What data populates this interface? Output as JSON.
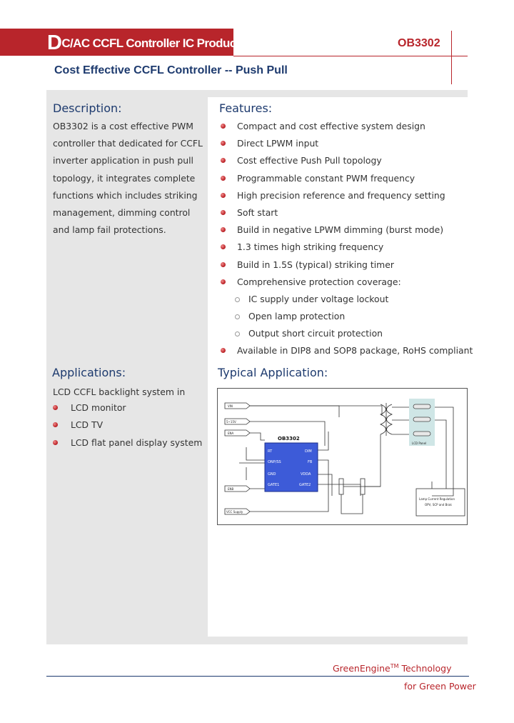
{
  "header": {
    "banner_initial": "D",
    "banner_rest": "C/AC CCFL Controller IC Product",
    "part_number": "OB3302",
    "subtitle": "Cost Effective CCFL Controller -- Push Pull"
  },
  "description": {
    "title": "Description:",
    "lines": [
      "OB3302 is a cost effective PWM",
      "controller that dedicated for CCFL",
      "inverter application in push pull",
      "topology, it integrates complete",
      "functions which includes striking",
      "management, dimming control",
      "and lamp fail protections."
    ]
  },
  "features": {
    "title": "Features:",
    "items": [
      "Compact and cost effective system design",
      "Direct LPWM input",
      "Cost effective Push Pull topology",
      "Programmable constant PWM frequency",
      "High precision reference and frequency setting",
      "Soft start",
      "Build in negative LPWM dimming (burst mode)",
      "1.3 times high striking frequency",
      "Build in 1.5S (typical) striking timer",
      "Comprehensive protection coverage:"
    ],
    "sub_items": [
      "IC supply under voltage lockout",
      "Open lamp protection",
      "Output short circuit protection"
    ],
    "last_item": "Available in DIP8 and SOP8 package, RoHS compliant"
  },
  "applications": {
    "title": "Applications:",
    "intro": "LCD CCFL backlight system in",
    "items": [
      "LCD monitor",
      "LCD TV",
      "LCD flat panel display system"
    ]
  },
  "typical_application": {
    "title": "Typical Application:",
    "chip_label": "OB3302",
    "pins_left": [
      "RT",
      "ONP/SS",
      "GND",
      "GATE1"
    ],
    "pins_right": [
      "DIM",
      "FB",
      "VDDA",
      "GATE2"
    ],
    "inputs": [
      "VIN",
      "5~15V",
      "ENA",
      "ENB"
    ],
    "supply_label": "VCC Supply",
    "panel_label": "LCD Panel",
    "sense_box": [
      "Lamp Current Regulation",
      "OPV, SCP and Brak"
    ]
  },
  "footer": {
    "line1": "GreenEngine",
    "tm": "TM",
    "line1_rest": " Technology",
    "line2": "for Green Power"
  },
  "colors": {
    "brand_red": "#b8252b",
    "heading_blue": "#1d3a6e",
    "panel_gray": "#e6e6e6",
    "chip_blue": "#3d5bd8"
  }
}
